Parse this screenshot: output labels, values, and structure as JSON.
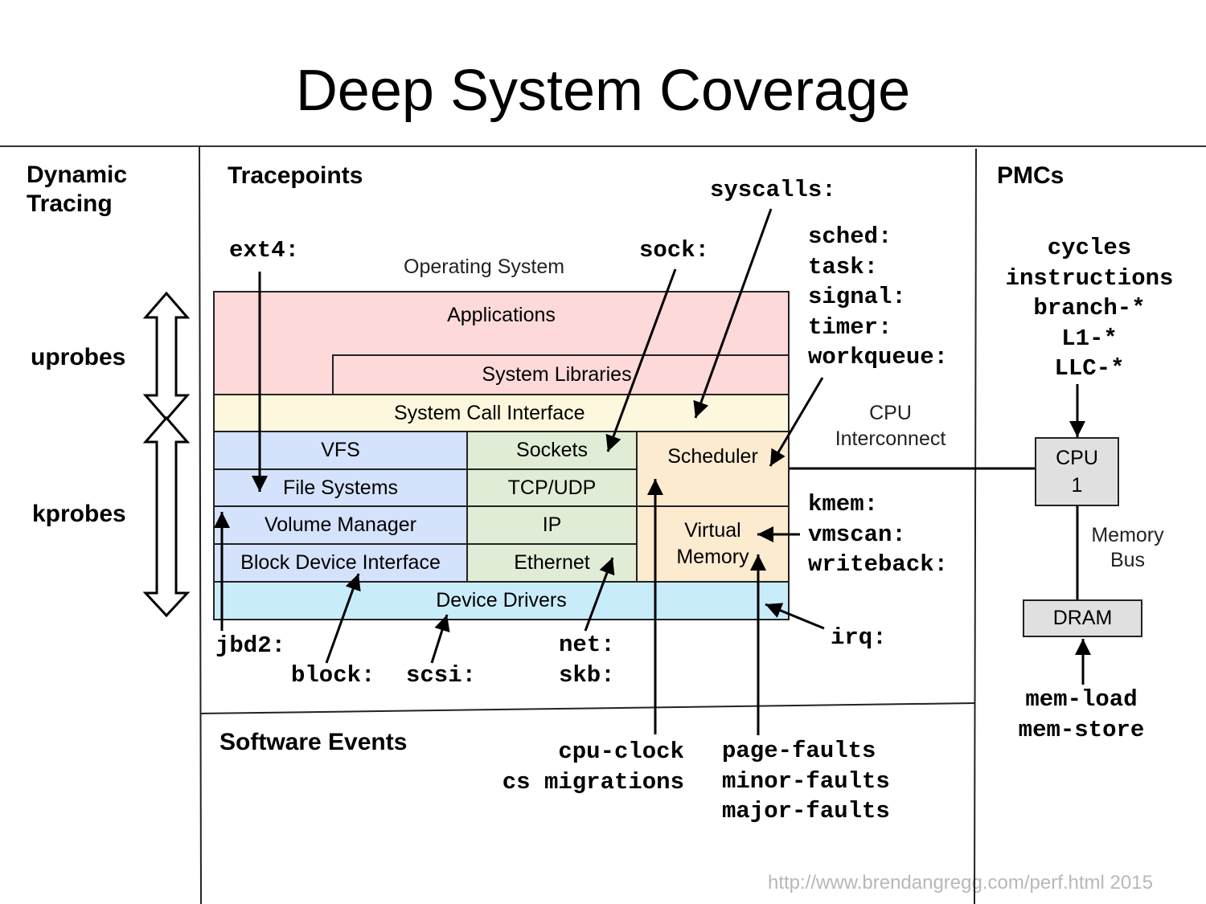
{
  "title": "Deep System Coverage",
  "sections": {
    "dynamic_tracing": "Dynamic\nTracing",
    "tracepoints": "Tracepoints",
    "pmcs": "PMCs",
    "software_events": "Software Events"
  },
  "dynamic": {
    "uprobes": "uprobes",
    "kprobes": "kprobes"
  },
  "os": {
    "label": "Operating System",
    "applications": "Applications",
    "system_libraries": "System Libraries",
    "system_call_interface": "System Call Interface",
    "vfs": "VFS",
    "file_systems": "File Systems",
    "volume_manager": "Volume Manager",
    "block_device_interface": "Block Device Interface",
    "sockets": "Sockets",
    "tcp_udp": "TCP/UDP",
    "ip": "IP",
    "ethernet": "Ethernet",
    "scheduler": "Scheduler",
    "virtual_memory": "Virtual\nMemory",
    "device_drivers": "Device Drivers"
  },
  "tracepoints": {
    "ext4": "ext4:",
    "syscalls": "syscalls:",
    "sock": "sock:",
    "sched_group": "sched:\ntask:\nsignal:\ntimer:\nworkqueue:",
    "mem_group": "kmem:\nvmscan:\nwriteback:",
    "irq": "irq:",
    "jbd2": "jbd2:",
    "block": "block:",
    "scsi": "scsi:",
    "net_group": "net:\nskb:"
  },
  "hardware": {
    "cpu_interconnect": "CPU\nInterconnect",
    "cpu": "CPU\n1",
    "memory_bus": "Memory\nBus",
    "dram": "DRAM",
    "pmc_events": "cycles\ninstructions\nbranch-*\nL1-*\nLLC-*",
    "mem_events": "mem-load\nmem-store"
  },
  "software_events": {
    "cpu_group": "cpu-clock\ncs migrations",
    "fault_group": "page-faults\nminor-faults\nmajor-faults"
  },
  "footer": "http://www.brendangregg.com/perf.html 2015"
}
